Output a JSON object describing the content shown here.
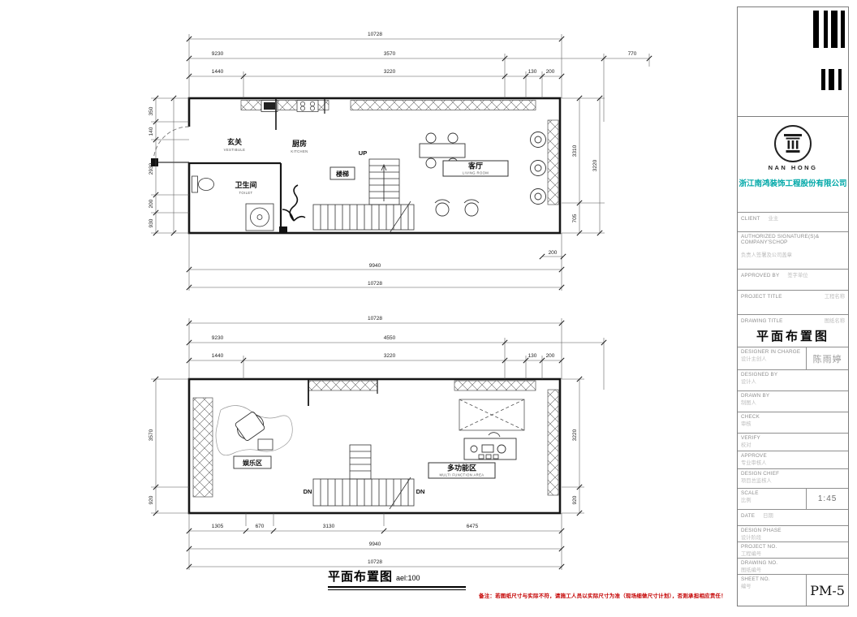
{
  "colors": {
    "brand": "#00a8a8",
    "note": "#c40000",
    "line": "#161616"
  },
  "sheet": {
    "caption_title": "平面布置图",
    "caption_scale": "ael:100",
    "note_prefix": "备注：",
    "note_body": "若图纸尺寸与实际不符，请施工人员以实际尺寸为准（现场细做尺寸计划），否则承担相应责任！"
  },
  "rooms": {
    "upper": {
      "vestibule": "玄关",
      "vestibule_en": "VESTIBULE",
      "kitchen": "厨房",
      "kitchen_en": "KITCHEN",
      "toilet": "卫生间",
      "toilet_en": "TOILET",
      "stairs": "楼梯",
      "up": "UP",
      "living": "客厅",
      "living_en": "LIVING ROOM"
    },
    "lower": {
      "entertainment": "娱乐区",
      "multifunction": "多功能区",
      "multifunction_en": "MULTI FUNCTION AREA",
      "dn1": "DN",
      "dn2": "DN"
    }
  },
  "dims": {
    "u_top": [
      "10728",
      "9230",
      "3570",
      "770",
      "1440",
      "3220",
      "130",
      "200"
    ],
    "u_left": [
      "350",
      "140",
      "2930",
      "200",
      "930"
    ],
    "u_right": [
      "3310",
      "3220",
      "705"
    ],
    "u_bottom": [
      "200",
      "9940",
      "10728"
    ],
    "l_top": [
      "10728",
      "9230",
      "4550",
      "1440",
      "3220",
      "130",
      "200"
    ],
    "l_left": [
      "3570",
      "920"
    ],
    "l_right": [
      "3220",
      "920"
    ],
    "l_bottom": [
      "1305",
      "670",
      "3130",
      "6475",
      "9940",
      "10728"
    ]
  },
  "titleblock": {
    "logo_name": "NAN HONG",
    "company": "浙江南鸿装饰工程股份有限公司",
    "fields": {
      "client_label": "CLIENT",
      "client_cn": "业主",
      "auth_label": "AUTHORIZED SIGNATURE(S)& COMPANY'SCHOP",
      "auth_cn": "负责人签署及公司盖章",
      "approved_label": "APPROVED BY",
      "approved_cn": "签字单位",
      "project_label": "PROJECT TITLE",
      "project_cn": "工程名称",
      "drawing_label": "DRAWING TITLE",
      "drawing_cn": "图纸名称",
      "drawing_value": "平面布置图",
      "designer_label": "DESIGNER IN CHARGE",
      "designer_cn": "设计主创人",
      "designer_value": "陈雨婷",
      "designed_label": "DESIGNED BY",
      "designed_cn": "设计人",
      "drawn_label": "DRAWN BY",
      "drawn_cn": "制图人",
      "check_label": "CHECK",
      "check_cn": "审核",
      "verify_label": "VERIFY",
      "verify_cn": "校对",
      "approve_label": "APPROVE",
      "approve_cn": "专业审核人",
      "chief_label": "DESIGN CHIEF",
      "chief_cn": "项目总监核人",
      "scale_label": "SCALE",
      "scale_cn": "比例",
      "scale_value": "1:45",
      "date_label": "DATE",
      "date_cn": "日期",
      "phase_label": "DESIGN PHASE",
      "phase_cn": "设计阶段",
      "projno_label": "PROJECT NO.",
      "projno_cn": "工程编号",
      "drawno_label": "DRAWING NO.",
      "drawno_cn": "图纸编号",
      "sheetno_label": "SHEET NO.",
      "sheetno_cn": "编号",
      "sheetno_value": "PM-5"
    }
  }
}
